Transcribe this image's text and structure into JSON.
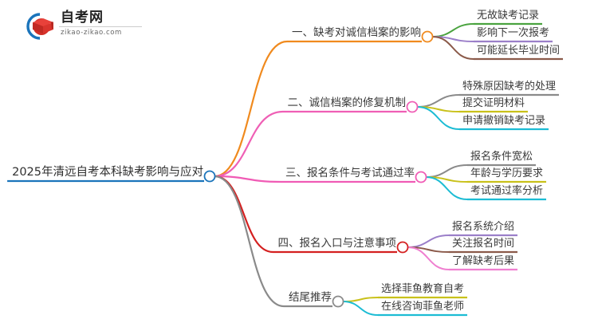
{
  "logo": {
    "name_cn": "自考网",
    "url": "zikao-zikao.com",
    "icon": "book-graduation-logo-icon",
    "colors": {
      "ring": "#1a74bb",
      "book": "#d22f27"
    }
  },
  "mindmap": {
    "type": "mindmap",
    "orientation": "left-to-right",
    "root": {
      "label": "2025年清远自考本科缺考影响与应对",
      "underline_color": "#1a74bb",
      "node_color": "#1a74bb"
    },
    "branches": [
      {
        "label": "一、缺考对诚信档案的影响",
        "link_color": "#f08a1e",
        "underline_color": "#f08a1e",
        "node_color": "#f08a1e",
        "leaves": [
          {
            "label": "无故缺考记录",
            "color": "#4aa33f"
          },
          {
            "label": "影响下一次报考",
            "color": "#9b7fc9"
          },
          {
            "label": "可能延长毕业时间",
            "color": "#8b5a4a"
          }
        ]
      },
      {
        "label": "二、诚信档案的修复机制",
        "link_color": "#ef5fb5",
        "underline_color": "#ef5fb5",
        "node_color": "#ef5fb5",
        "leaves": [
          {
            "label": "特殊原因缺考的处理",
            "color": "#8a8a8a"
          },
          {
            "label": "提交证明材料",
            "color": "#c9c11a"
          },
          {
            "label": "申请撤销缺考记录",
            "color": "#1cbcd4"
          }
        ]
      },
      {
        "label": "三、报名条件与考试通过率",
        "link_color": "#f05bb5",
        "underline_color": "#f05bb5",
        "node_color": "#f05bb5",
        "leaves": [
          {
            "label": "报名条件宽松",
            "color": "#8a8a8a"
          },
          {
            "label": "年龄与学历要求",
            "color": "#c9c11a"
          },
          {
            "label": "考试通过率分析",
            "color": "#1cbcd4"
          }
        ]
      },
      {
        "label": "四、报名入口与注意事项",
        "link_color": "#d42020",
        "underline_color": "#d42020",
        "node_color": "#d42020",
        "leaves": [
          {
            "label": "报名系统介绍",
            "color": "#9b7fc9"
          },
          {
            "label": "关注报名时间",
            "color": "#8b5a4a"
          },
          {
            "label": "了解缺考后果",
            "color": "#ef7fd0"
          }
        ]
      },
      {
        "label": "结尾推荐",
        "link_color": "#8a8a8a",
        "underline_color": "#8a8a8a",
        "node_color": "#8a8a8a",
        "leaves": [
          {
            "label": "选择菲鱼教育自考",
            "color": "#c9c11a"
          },
          {
            "label": "在线咨询菲鱼老师",
            "color": "#1cbcd4"
          }
        ]
      }
    ]
  }
}
